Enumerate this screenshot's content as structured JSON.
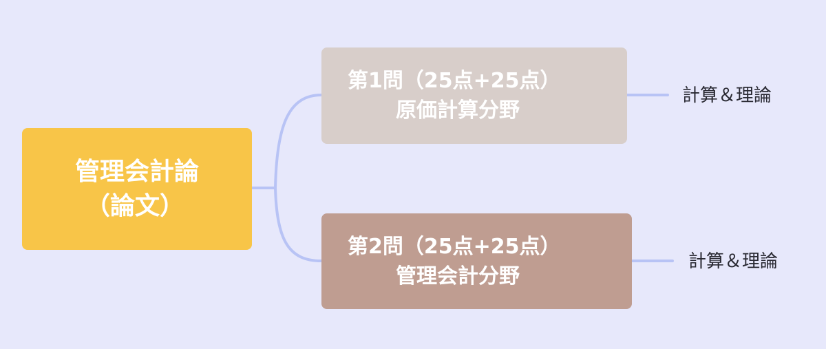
{
  "colors": {
    "background": "#e7e8fb",
    "root_fill": "#f8c548",
    "branch_1_fill": "#d8ceca",
    "branch_2_fill": "#bf9d91",
    "connector": "#b8c3f5",
    "node_text": "#ffffff",
    "leaf_text": "#2a2a33"
  },
  "root": {
    "line1": "管理会計論",
    "line2": "（論文）"
  },
  "branches": [
    {
      "line1": "第1問（25点+25点）",
      "line2": "原価計算分野",
      "leaf": "計算＆理論"
    },
    {
      "line1": "第2問（25点+25点）",
      "line2": "管理会計分野",
      "leaf": "計算＆理論"
    }
  ]
}
